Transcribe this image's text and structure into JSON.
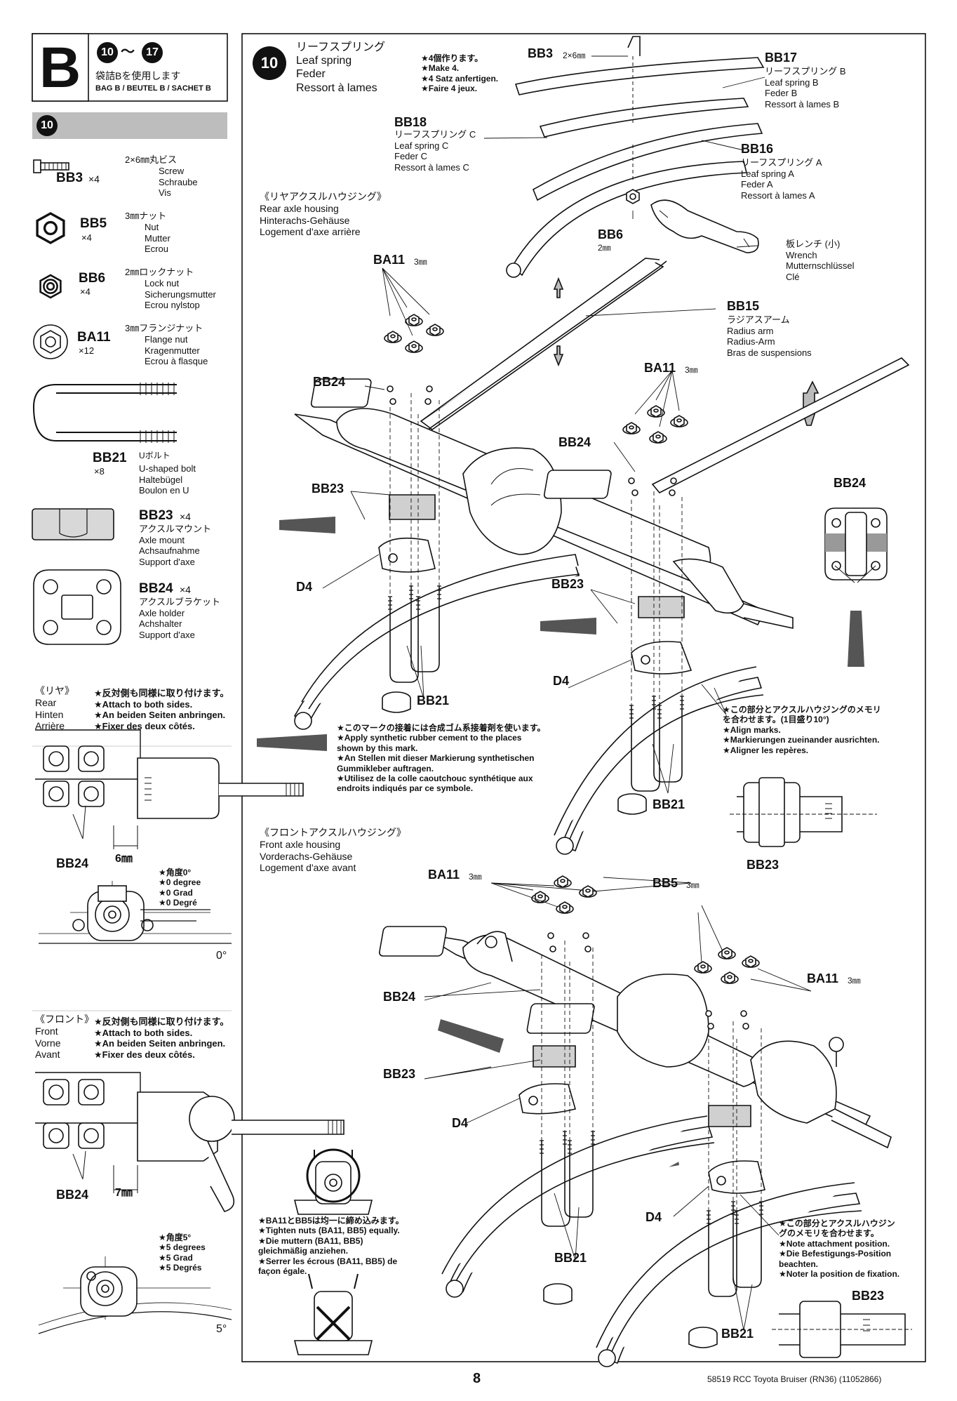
{
  "bag": {
    "letter": "B",
    "step_from": "10",
    "step_to": "17",
    "tilde": "〜",
    "use_jp": "袋詰Bを使用します",
    "use_multi": "BAG B / BEUTEL B / SACHET B"
  },
  "section_step": "10",
  "parts": {
    "bb3": {
      "id": "BB3",
      "qty": "×4",
      "size": "2×6㎜丸ビス",
      "names": "Screw\nSchraube\nVis"
    },
    "bb5": {
      "id": "BB5",
      "qty": "×4",
      "size": "3㎜ナット",
      "names": "Nut\nMutter\nEcrou"
    },
    "bb6": {
      "id": "BB6",
      "qty": "×4",
      "size": "2㎜ロックナット",
      "names": "Lock nut\nSicherungsmutter\nEcrou nylstop"
    },
    "ba11": {
      "id": "BA11",
      "qty": "×12",
      "size": "3㎜フランジナット",
      "names": "Flange nut\nKragenmutter\nEcrou à flasque"
    },
    "bb21": {
      "id": "BB21",
      "qty": "×8",
      "size": "Uボルト",
      "names": "U-shaped bolt\nHaltebügel\nBoulon en U"
    },
    "bb23": {
      "id": "BB23",
      "qty": "×4",
      "names": "アクスルマウント\nAxle mount\nAchsaufnahme\nSupport d'axe"
    },
    "bb24": {
      "id": "BB24",
      "qty": "×4",
      "names": "アクスルブラケット\nAxle holder\nAchshalter\nSupport d'axe"
    }
  },
  "rear_note": {
    "title": "《リヤ》\nRear\nHinten\nArrière",
    "text": "★反対側も同様に取り付けます。\n★Attach to both sides.\n★An beiden Seiten anbringen.\n★Fixer des deux côtés.",
    "bb24": "BB24",
    "dim": "6㎜",
    "angle_text": "★角度0°\n★0 degree\n★0 Grad\n★0 Degré",
    "angle_label": "0°"
  },
  "front_note": {
    "title": "《フロント》\nFront\nVorne\nAvant",
    "text": "★反対側も同様に取り付けます。\n★Attach to both sides.\n★An beiden Seiten anbringen.\n★Fixer des deux côtés.",
    "bb24": "BB24",
    "dim": "7㎜",
    "angle_text": "★角度5°\n★5 degrees\n★5 Grad\n★5 Degrés",
    "angle_label": "5°"
  },
  "step": {
    "number": "10",
    "title": "リーフスプリング\nLeaf spring\nFeder\nRessort à lames",
    "make": "★4個作ります。\n★Make 4.\n★4 Satz anfertigen.\n★Faire 4 jeux.",
    "callouts": {
      "bb3": "BB3",
      "bb3_size": "2×6㎜",
      "bb17": "BB17",
      "bb17_names": "リーフスプリング B\nLeaf spring B\nFeder B\nRessort à lames B",
      "bb18": "BB18",
      "bb18_names": "リーフスプリング C\nLeaf spring C\nFeder C\nRessort à lames C",
      "bb16": "BB16",
      "bb16_names": "リーフスプリング A\nLeaf spring A\nFeder A\nRessort à lames A",
      "bb6": "BB6",
      "bb6_size": "2㎜",
      "wrench": "板レンチ (小)\nWrench\nMutternschlüssel\nClé",
      "bb15": "BB15",
      "bb15_names": "ラジアスアーム\nRadius arm\nRadius-Arm\nBras de suspensions"
    },
    "rear_axle": {
      "title": "《リヤアクスルハウジング》\nRear axle housing\nHinterachs-Gehäuse\nLogement d'axe arrière",
      "ba11_a": "BA11",
      "ba11_b": "BA11",
      "size_3mm": "3㎜",
      "bb24_a": "BB24",
      "bb24_b": "BB24",
      "bb23_a": "BB23",
      "bb23_b": "BB23",
      "d4_a": "D4",
      "d4_b": "D4",
      "bb21_a": "BB21",
      "bb21_b": "BB21",
      "cement_note": "★このマークの接着には合成ゴム系接着剤を使います。\n★Apply synthetic rubber cement to the places\nshown by this mark.\n★An Stellen mit dieser Markierung synthetischen\nGummikleber auftragen.\n★Utilisez de la colle caoutchouc synthétique aux\nendroits indiqués par ce symbole.",
      "align_note": "★この部分とアクスルハウジングのメモリ\nを合わせます。(1目盛り10°)\n★Align marks.\n★Markierungen zueinander ausrichten.\n★Aligner les repères.",
      "bb24_detail": "BB24",
      "bb23_detail": "BB23"
    },
    "front_axle": {
      "title": "《フロントアクスルハウジング》\nFront axle housing\nVorderachs-Gehäuse\nLogement d'axe avant",
      "ba11_a": "BA11",
      "ba11_b": "BA11",
      "bb5": "BB5",
      "size_3mm": "3㎜",
      "bb24": "BB24",
      "bb23": "BB23",
      "d4_a": "D4",
      "d4_b": "D4",
      "bb21_a": "BB21",
      "bb21_b": "BB21",
      "tighten_note": "★BA11とBB5は均一に締め込みます。\n★Tighten nuts (BA11, BB5) equally.\n★Die muttern (BA11, BB5)\ngleichmäßig anziehen.\n★Serrer les écrous (BA11, BB5) de\nfaçon égale.",
      "position_note": "★この部分とアクスルハウジン\nグのメモリを合わせます。\n★Note attachment position.\n★Die Befestigungs-Position\nbeachten.\n★Noter la position de fixation.",
      "bb23_detail": "BB23"
    }
  },
  "footer": {
    "page_number": "8",
    "code": "58519 RCC Toyota Bruiser (RN36) (11052866)"
  }
}
